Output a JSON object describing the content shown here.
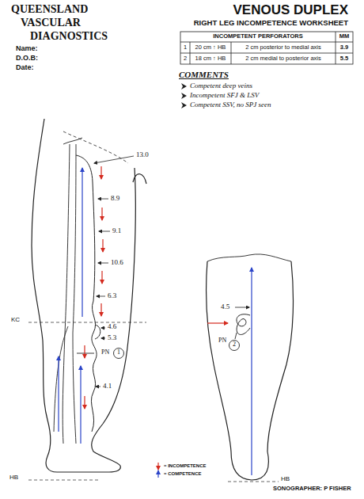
{
  "diagram": {
    "title": "VENOUS DUPLEX",
    "labels": [
      "QUEENSLAND",
      "VASCULAR",
      "DIAGNOSTICS",
      "Name:",
      "D.O.B:",
      "Date:",
      "RIGHT LEG INCOMPETENCE WORKSHEET",
      "INCOMPETENT PERFORATORS",
      "MM",
      "1",
      "20 cm ↑ HB",
      "2 cm posterior to medial axis",
      "3.9",
      "2",
      "18 cm ↑ HB",
      "2 cm medial to posterior axis",
      "5.5",
      "COMMENTS",
      "Competent deep veins",
      "Incompetent SFJ & LSV",
      "Competent SSV, no SPJ seen",
      "13.0",
      "8.9",
      "9.1",
      "10.6",
      "6.3",
      "4.6",
      "5.3",
      "PN",
      "1",
      "4.1",
      "KC",
      "HB",
      "4.5",
      "PN",
      "2",
      "HB",
      "SONOGRAPHER: P FISHER"
    ],
    "legend": [
      {
        "text": "= INCOMPETENCE"
      },
      {
        "text": "= COMPETENCE"
      }
    ]
  }
}
